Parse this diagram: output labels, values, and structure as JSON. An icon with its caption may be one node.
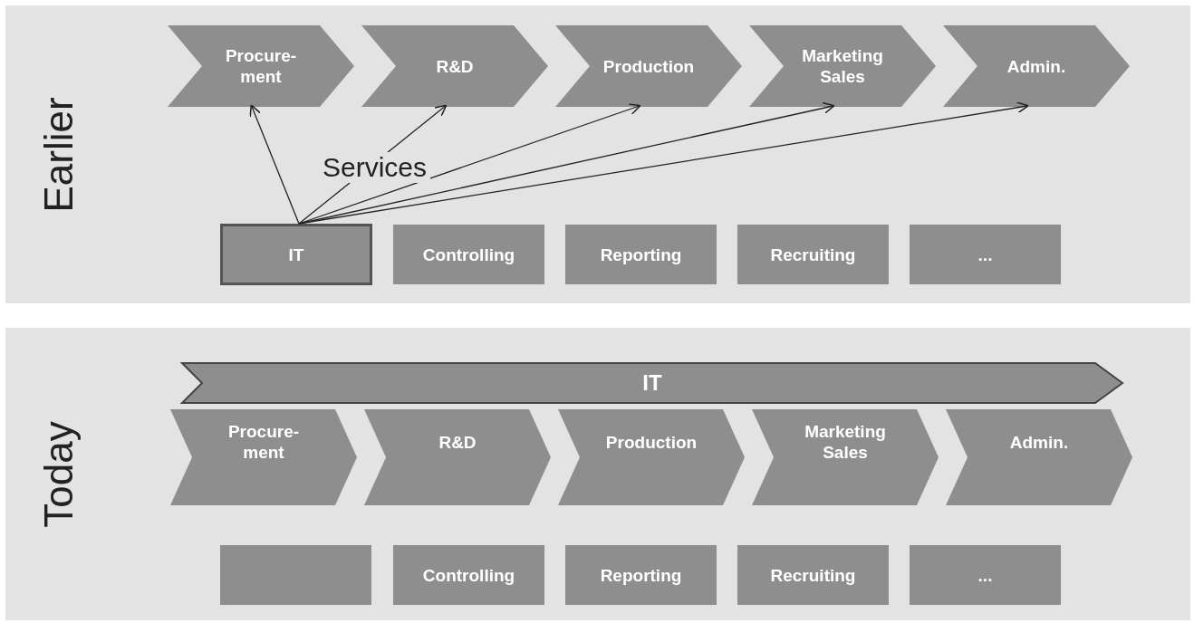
{
  "diagram": {
    "nodes": [
      {
        "text": [
          "Earlier"
        ]
      },
      {
        "text": [
          "Procure- ment"
        ],
        "in": 0
      },
      {
        "text": [
          "R&D"
        ],
        "in": 0
      },
      {
        "text": [
          "Production"
        ],
        "in": 0
      },
      {
        "text": [
          "Marketing Sales"
        ],
        "in": 0
      },
      {
        "text": [
          "Admin."
        ],
        "in": 0
      },
      {
        "text": [
          "IT"
        ],
        "in": 0
      },
      {
        "text": [
          "Controlling"
        ],
        "in": 0
      },
      {
        "text": [
          "Reporting"
        ],
        "in": 0
      },
      {
        "text": [
          "Recruiting"
        ],
        "in": 0
      },
      {
        "text": [
          "..."
        ],
        "in": 0
      },
      {
        "text": [
          "Today"
        ]
      },
      {
        "text": [
          "Procure- ment"
        ],
        "in": 11
      },
      {
        "text": [
          "R&D"
        ],
        "in": 11
      },
      {
        "text": [
          "Production"
        ],
        "in": 11
      },
      {
        "text": [
          "Marketing Sales"
        ],
        "in": 11
      },
      {
        "text": [
          "Admin."
        ],
        "in": 11
      },
      {
        "text": [
          "IT"
        ],
        "in": 11
      },
      {
        "text": [],
        "shape": "box",
        "in": 11
      },
      {
        "text": [
          "Controlling"
        ],
        "in": 11
      },
      {
        "text": [
          "Reporting"
        ],
        "in": 11
      },
      {
        "text": [
          "Recruiting"
        ],
        "in": 11
      },
      {
        "text": [
          "..."
        ],
        "in": 11
      }
    ],
    "edges": [
      {
        "from": 6,
        "to": 1,
        "arrow": "to"
      },
      {
        "from": 6,
        "to": 2,
        "arrow": "to"
      },
      {
        "from": 6,
        "to": 3,
        "arrow": "to"
      },
      {
        "from": 6,
        "to": 4,
        "arrow": "to"
      },
      {
        "from": 6,
        "to": 5,
        "arrow": "to"
      }
    ],
    "labels": [
      "Services"
    ]
  }
}
